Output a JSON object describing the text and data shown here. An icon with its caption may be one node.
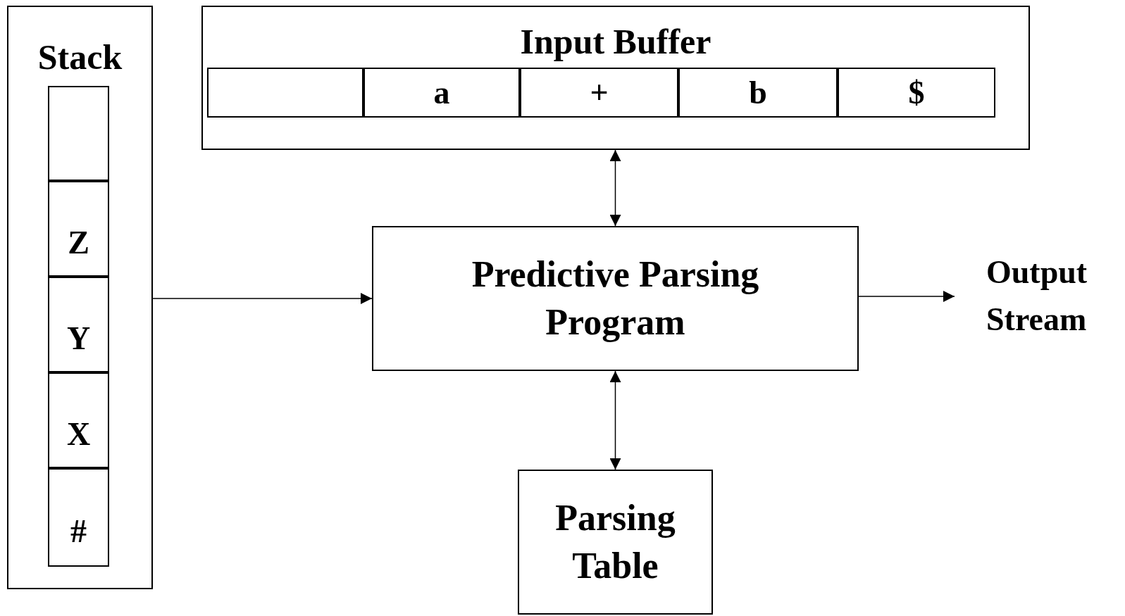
{
  "diagram": {
    "nodes": [
      {
        "text": [
          "Stack"
        ]
      },
      {
        "text": [],
        "shape": "box",
        "in": 0
      },
      {
        "text": [
          "Z"
        ],
        "in": 0
      },
      {
        "text": [
          "Y"
        ],
        "in": 0
      },
      {
        "text": [
          "X"
        ],
        "in": 0
      },
      {
        "text": [
          "#"
        ],
        "in": 0
      },
      {
        "text": [
          "Input Buffer"
        ]
      },
      {
        "text": [],
        "shape": "box",
        "in": 6
      },
      {
        "text": [
          "a"
        ],
        "in": 6
      },
      {
        "text": [
          "+"
        ],
        "in": 6
      },
      {
        "text": [
          "b"
        ],
        "in": 6
      },
      {
        "text": [
          "$"
        ],
        "in": 6
      },
      {
        "text": [
          "Predictive Parsing Program"
        ]
      },
      {
        "text": [
          "Parsing Table"
        ]
      },
      {
        "text": [
          "Output Stream"
        ]
      }
    ],
    "edges": [
      {
        "from": 0,
        "to": 12,
        "arrow": "to"
      },
      {
        "from": 6,
        "to": 12,
        "arrow": "both"
      },
      {
        "from": 12,
        "to": 13,
        "arrow": "both"
      },
      {
        "from": 12,
        "to": 14,
        "arrow": "to"
      }
    ]
  }
}
